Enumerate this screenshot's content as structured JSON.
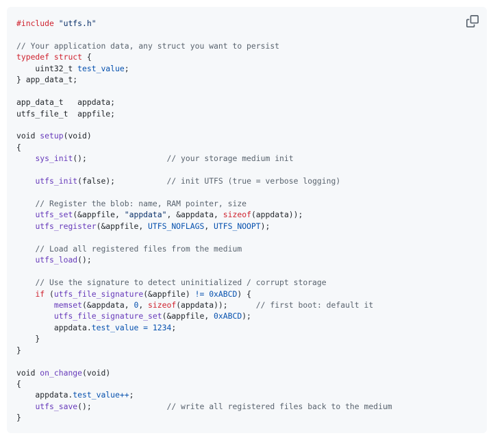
{
  "copy_button": {
    "icon": "copy-icon"
  },
  "colors": {
    "keyword": "#cf222e",
    "function": "#6639ba",
    "identifier": "#0550ae",
    "string": "#0a3069",
    "comment": "#59636e",
    "text": "#1f2328",
    "background": "#f6f8fa"
  },
  "code": {
    "lines": [
      [
        {
          "t": "kw",
          "v": "#include "
        },
        {
          "t": "str",
          "v": "\"utfs.h\""
        }
      ],
      [],
      [
        {
          "t": "cm",
          "v": "// Your application data, any struct you want to persist"
        }
      ],
      [
        {
          "t": "kw",
          "v": "typedef"
        },
        {
          "t": "p",
          "v": " "
        },
        {
          "t": "kw",
          "v": "struct"
        },
        {
          "t": "p",
          "v": " {"
        }
      ],
      [
        {
          "t": "p",
          "v": "    uint32_t "
        },
        {
          "t": "id",
          "v": "test_value"
        },
        {
          "t": "p",
          "v": ";"
        }
      ],
      [
        {
          "t": "p",
          "v": "} app_data_t;"
        }
      ],
      [],
      [
        {
          "t": "p",
          "v": "app_data_t   appdata;"
        }
      ],
      [
        {
          "t": "p",
          "v": "utfs_file_t  appfile;"
        }
      ],
      [],
      [
        {
          "t": "p",
          "v": "void "
        },
        {
          "t": "fn",
          "v": "setup"
        },
        {
          "t": "p",
          "v": "(void)"
        }
      ],
      [
        {
          "t": "p",
          "v": "{"
        }
      ],
      [
        {
          "t": "p",
          "v": "    "
        },
        {
          "t": "fn",
          "v": "sys_init"
        },
        {
          "t": "p",
          "v": "();                 "
        },
        {
          "t": "cm",
          "v": "// your storage medium init"
        }
      ],
      [],
      [
        {
          "t": "p",
          "v": "    "
        },
        {
          "t": "fn",
          "v": "utfs_init"
        },
        {
          "t": "p",
          "v": "(false);           "
        },
        {
          "t": "cm",
          "v": "// init UTFS (true = verbose logging)"
        }
      ],
      [],
      [
        {
          "t": "p",
          "v": "    "
        },
        {
          "t": "cm",
          "v": "// Register the blob: name, RAM pointer, size"
        }
      ],
      [
        {
          "t": "p",
          "v": "    "
        },
        {
          "t": "fn",
          "v": "utfs_set"
        },
        {
          "t": "p",
          "v": "(&appfile, "
        },
        {
          "t": "str",
          "v": "\"appdata\""
        },
        {
          "t": "p",
          "v": ", &appdata, "
        },
        {
          "t": "kw",
          "v": "sizeof"
        },
        {
          "t": "p",
          "v": "(appdata));"
        }
      ],
      [
        {
          "t": "p",
          "v": "    "
        },
        {
          "t": "fn",
          "v": "utfs_register"
        },
        {
          "t": "p",
          "v": "(&appfile, "
        },
        {
          "t": "id",
          "v": "UTFS_NOFLAGS"
        },
        {
          "t": "p",
          "v": ", "
        },
        {
          "t": "id",
          "v": "UTFS_NOOPT"
        },
        {
          "t": "p",
          "v": ");"
        }
      ],
      [],
      [
        {
          "t": "p",
          "v": "    "
        },
        {
          "t": "cm",
          "v": "// Load all registered files from the medium"
        }
      ],
      [
        {
          "t": "p",
          "v": "    "
        },
        {
          "t": "fn",
          "v": "utfs_load"
        },
        {
          "t": "p",
          "v": "();"
        }
      ],
      [],
      [
        {
          "t": "p",
          "v": "    "
        },
        {
          "t": "cm",
          "v": "// Use the signature to detect uninitialized / corrupt storage"
        }
      ],
      [
        {
          "t": "p",
          "v": "    "
        },
        {
          "t": "kw",
          "v": "if"
        },
        {
          "t": "p",
          "v": " ("
        },
        {
          "t": "fn",
          "v": "utfs_file_signature"
        },
        {
          "t": "p",
          "v": "(&appfile) "
        },
        {
          "t": "op",
          "v": "!="
        },
        {
          "t": "p",
          "v": " "
        },
        {
          "t": "num",
          "v": "0xABCD"
        },
        {
          "t": "p",
          "v": ") {"
        }
      ],
      [
        {
          "t": "p",
          "v": "        "
        },
        {
          "t": "fn",
          "v": "memset"
        },
        {
          "t": "p",
          "v": "(&appdata, "
        },
        {
          "t": "num",
          "v": "0"
        },
        {
          "t": "p",
          "v": ", "
        },
        {
          "t": "kw",
          "v": "sizeof"
        },
        {
          "t": "p",
          "v": "(appdata));      "
        },
        {
          "t": "cm",
          "v": "// first boot: default it"
        }
      ],
      [
        {
          "t": "p",
          "v": "        "
        },
        {
          "t": "fn",
          "v": "utfs_file_signature_set"
        },
        {
          "t": "p",
          "v": "(&appfile, "
        },
        {
          "t": "num",
          "v": "0xABCD"
        },
        {
          "t": "p",
          "v": ");"
        }
      ],
      [
        {
          "t": "p",
          "v": "        appdata."
        },
        {
          "t": "id",
          "v": "test_value"
        },
        {
          "t": "p",
          "v": " "
        },
        {
          "t": "op",
          "v": "="
        },
        {
          "t": "p",
          "v": " "
        },
        {
          "t": "num",
          "v": "1234"
        },
        {
          "t": "p",
          "v": ";"
        }
      ],
      [
        {
          "t": "p",
          "v": "    }"
        }
      ],
      [
        {
          "t": "p",
          "v": "}"
        }
      ],
      [],
      [
        {
          "t": "p",
          "v": "void "
        },
        {
          "t": "fn",
          "v": "on_change"
        },
        {
          "t": "p",
          "v": "(void)"
        }
      ],
      [
        {
          "t": "p",
          "v": "{"
        }
      ],
      [
        {
          "t": "p",
          "v": "    appdata."
        },
        {
          "t": "id",
          "v": "test_value"
        },
        {
          "t": "op",
          "v": "++"
        },
        {
          "t": "p",
          "v": ";"
        }
      ],
      [
        {
          "t": "p",
          "v": "    "
        },
        {
          "t": "fn",
          "v": "utfs_save"
        },
        {
          "t": "p",
          "v": "();                "
        },
        {
          "t": "cm",
          "v": "// write all registered files back to the medium"
        }
      ],
      [
        {
          "t": "p",
          "v": "}"
        }
      ]
    ]
  }
}
